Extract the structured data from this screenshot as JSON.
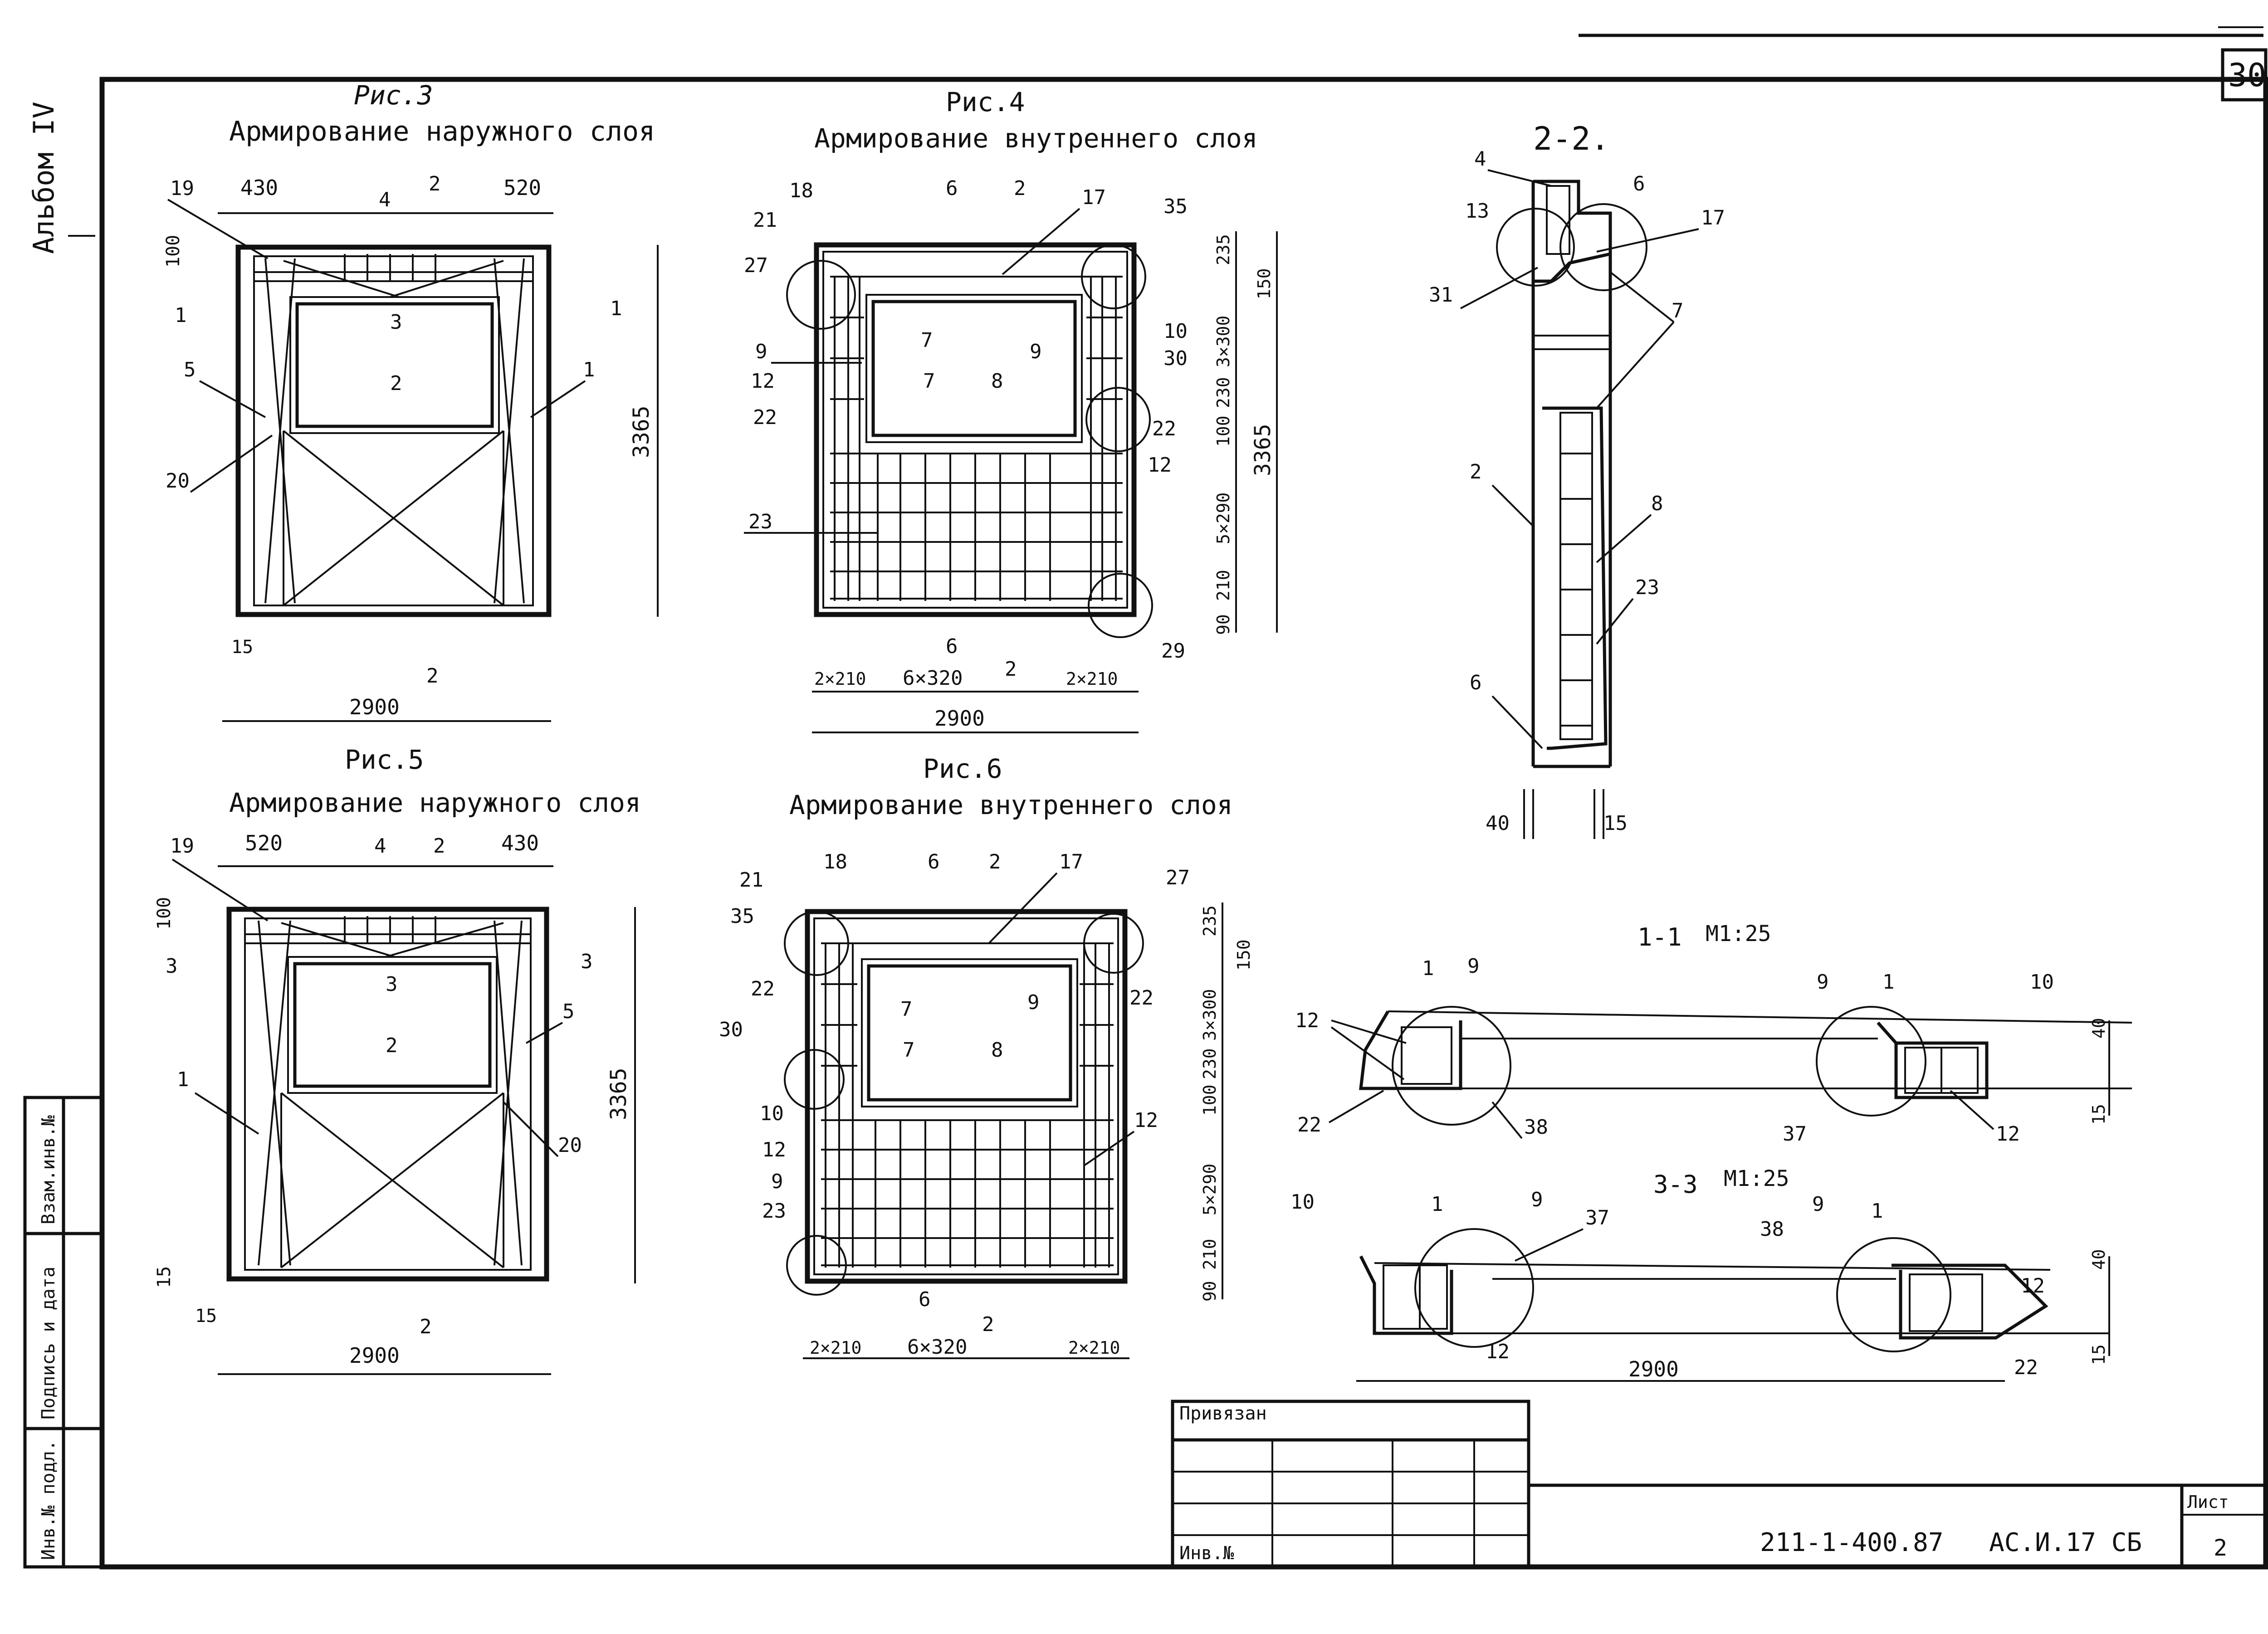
{
  "sheet": {
    "sheet_number_corner": "30",
    "album": "Альбом IV",
    "side_stamp": [
      "Инв.№ подл.",
      "Подпись и дата",
      "Взам.инв.№"
    ]
  },
  "fig3": {
    "caption": "Рис.3",
    "title": "Армирование наружного слоя",
    "dims": {
      "top_left": "430",
      "top_right": "520",
      "height": "3365",
      "width": "2900",
      "top_band": "100",
      "bottom_left": "15"
    },
    "callouts": [
      "19",
      "4",
      "2",
      "3",
      "5",
      "20",
      "1"
    ],
    "sections": {
      "left": "1",
      "right": "1",
      "bottom": "2",
      "top": "2"
    }
  },
  "fig4": {
    "caption": "Рис.4",
    "title": "Армирование внутреннего слоя",
    "dims": {
      "bottom_mid": "6×320",
      "bottom_left": "2×210",
      "bottom_right": "2×210",
      "width": "2900",
      "height": "3365",
      "r1": "235",
      "r2": "150",
      "r3": "3×300",
      "r4": "230",
      "r5": "100",
      "r6": "5×290",
      "r7": "210",
      "r8": "90"
    },
    "callouts": [
      "18",
      "6",
      "17",
      "35",
      "21",
      "27",
      "9",
      "7",
      "10",
      "30",
      "12",
      "22",
      "8",
      "23",
      "29"
    ],
    "sections": {
      "top": "2",
      "bottom": "2"
    }
  },
  "fig5": {
    "caption": "Рис.5",
    "title": "Армирование наружного слоя",
    "dims": {
      "top_left": "520",
      "top_right": "430",
      "height": "3365",
      "width": "2900",
      "top_band": "100",
      "bottom_v": "15",
      "bottom_left": "15"
    },
    "callouts": [
      "19",
      "4",
      "3",
      "2",
      "1",
      "5",
      "20"
    ],
    "sections": {
      "left": "3",
      "right": "3",
      "bottom": "2",
      "top": "2"
    }
  },
  "fig6": {
    "caption": "Рис.6",
    "title": "Армирование внутреннего слоя",
    "dims": {
      "bottom_mid": "6×320",
      "bottom_left": "2×210",
      "bottom_right": "2×210",
      "r1": "235",
      "r2": "150",
      "r3": "3×300",
      "r4": "230",
      "r5": "100",
      "r6": "5×290",
      "r7": "210",
      "r8": "90"
    },
    "callouts": [
      "21",
      "18",
      "6",
      "17",
      "27",
      "35",
      "22",
      "30",
      "10",
      "12",
      "9",
      "23",
      "7",
      "8"
    ],
    "sections": {
      "top": "2",
      "bottom": "2"
    }
  },
  "sec22": {
    "title": "2-2.",
    "callouts": [
      "4",
      "6",
      "13",
      "17",
      "31",
      "7",
      "2",
      "8",
      "23",
      "6"
    ],
    "dims": {
      "left": "40",
      "right": "15"
    }
  },
  "sec11": {
    "title": "1-1",
    "scale": "М1:25",
    "callouts": [
      "1",
      "9",
      "12",
      "22",
      "38",
      "9",
      "1",
      "10",
      "37",
      "12"
    ],
    "dims": {
      "top": "40",
      "bottom": "15"
    }
  },
  "sec33": {
    "title": "3-3",
    "scale": "М1:25",
    "callouts": [
      "10",
      "1",
      "9",
      "37",
      "12",
      "38",
      "9",
      "1",
      "12",
      "22"
    ],
    "dims": {
      "width": "2900",
      "top": "40",
      "bottom": "15"
    }
  },
  "title_block": {
    "privyazan": "Привязан",
    "inv": "Инв.№",
    "code": "211-1-400.87",
    "designation": "АС.И.17 СБ",
    "list_label": "Лист",
    "list_value": "2"
  }
}
